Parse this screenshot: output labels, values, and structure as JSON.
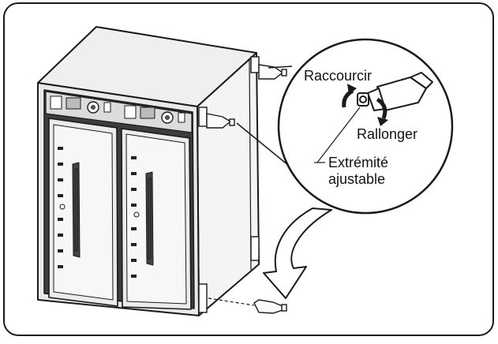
{
  "callout": {
    "label_shorten": "Raccourcir",
    "label_lengthen": "Rallonger",
    "label_tip_line1": "Extrémité",
    "label_tip_line2": "ajustable"
  },
  "colors": {
    "line": "#1a1a1a",
    "frame_fill": "#ffffff",
    "cabinet_dark": "#3a3a3a",
    "cabinet_mid": "#9a9a9a",
    "cabinet_light": "#e6e6e6"
  }
}
